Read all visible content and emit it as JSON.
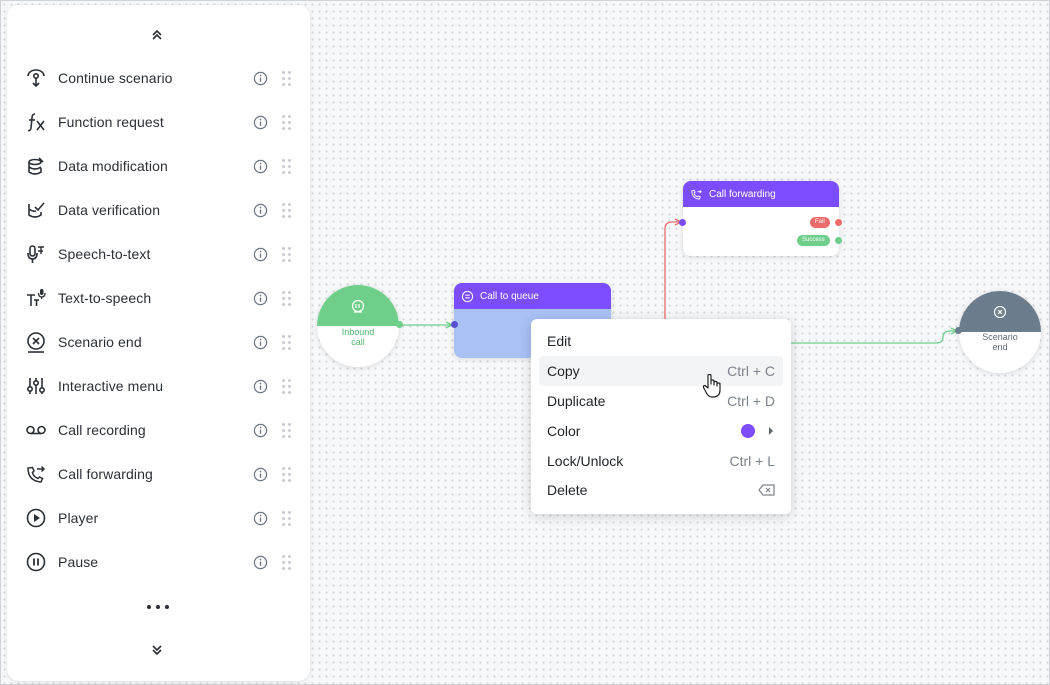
{
  "sidebar": {
    "items": [
      {
        "label": "Continue scenario"
      },
      {
        "label": "Function request"
      },
      {
        "label": "Data modification"
      },
      {
        "label": "Data verification"
      },
      {
        "label": "Speech-to-text"
      },
      {
        "label": "Text-to-speech"
      },
      {
        "label": "Scenario end"
      },
      {
        "label": "Interactive menu"
      },
      {
        "label": "Call recording"
      },
      {
        "label": "Call forwarding"
      },
      {
        "label": "Player"
      },
      {
        "label": "Pause"
      }
    ]
  },
  "canvas": {
    "inbound": {
      "label": "Inbound\ncall"
    },
    "queue": {
      "title": "Call to queue"
    },
    "forwarding": {
      "title": "Call forwarding",
      "fail_label": "Fail",
      "success_label": "Success"
    },
    "end": {
      "label": "Scenario\nend"
    }
  },
  "context_menu": {
    "items": [
      {
        "label": "Edit",
        "shortcut": ""
      },
      {
        "label": "Copy",
        "shortcut": "Ctrl + C"
      },
      {
        "label": "Duplicate",
        "shortcut": "Ctrl + D"
      },
      {
        "label": "Color",
        "shortcut": ""
      },
      {
        "label": "Lock/Unlock",
        "shortcut": "Ctrl + L"
      },
      {
        "label": "Delete",
        "shortcut": ""
      }
    ],
    "color_value": "#7c4dff"
  },
  "colors": {
    "accent": "#7c4dff",
    "inbound_green": "#6fcf8a",
    "queue_blue": "#a9c1f5",
    "end_gray": "#6b7d8c",
    "fail_red": "#ec6b6b",
    "success_green": "#6fcf8a"
  }
}
